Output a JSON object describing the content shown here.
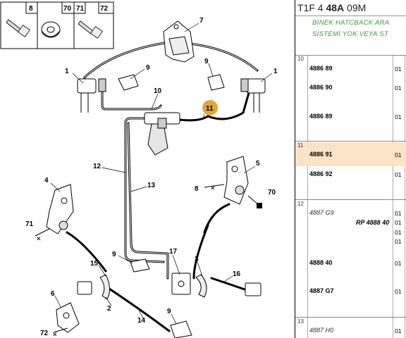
{
  "diagram": {
    "legend_labels": [
      "8",
      "70",
      "71",
      "72"
    ],
    "callouts": [
      "7",
      "1",
      "9",
      "9",
      "1",
      "10",
      "11",
      "12",
      "13",
      "4",
      "5",
      "8",
      "70",
      "71",
      "17",
      "15",
      "9",
      "3",
      "16",
      "2",
      "14",
      "6",
      "9",
      "72"
    ],
    "highlight_color": "#e2a63a"
  },
  "panel": {
    "header_prefix": "T1F 4 ",
    "header_bold": "48A",
    "header_suffix": " 09M",
    "note_line1": "BİNEK HATCBACK ARA",
    "note_line2": "SİSTEMİ YOK VEYA ST",
    "note_color": "#3a9a3a",
    "highlight_color": "#fbe3c5",
    "groups": [
      {
        "num": "10",
        "rows": [
          {
            "ref": "4886 89",
            "qty": "01"
          },
          {
            "ref": "4886 90",
            "qty": "01"
          },
          {
            "ref": "4886 89",
            "qty": "01"
          }
        ]
      },
      {
        "num": "11",
        "rows": [
          {
            "ref": "4886 91",
            "qty": "01"
          },
          {
            "ref": "4886 92",
            "qty": "01"
          }
        ]
      },
      {
        "num": "12",
        "rows": [
          {
            "ref": "4887 G9",
            "qty": "01"
          },
          {
            "ref": "RP 4888 40",
            "qty": "01"
          },
          {
            "ref": "",
            "qty": "01"
          },
          {
            "ref": "",
            "qty": "01"
          },
          {
            "ref": "4888 40",
            "qty": "01"
          },
          {
            "ref": "4887 G7",
            "qty": "01"
          }
        ]
      },
      {
        "num": "13",
        "rows": [
          {
            "ref": "4887 H0",
            "qty": "01"
          }
        ]
      }
    ]
  }
}
